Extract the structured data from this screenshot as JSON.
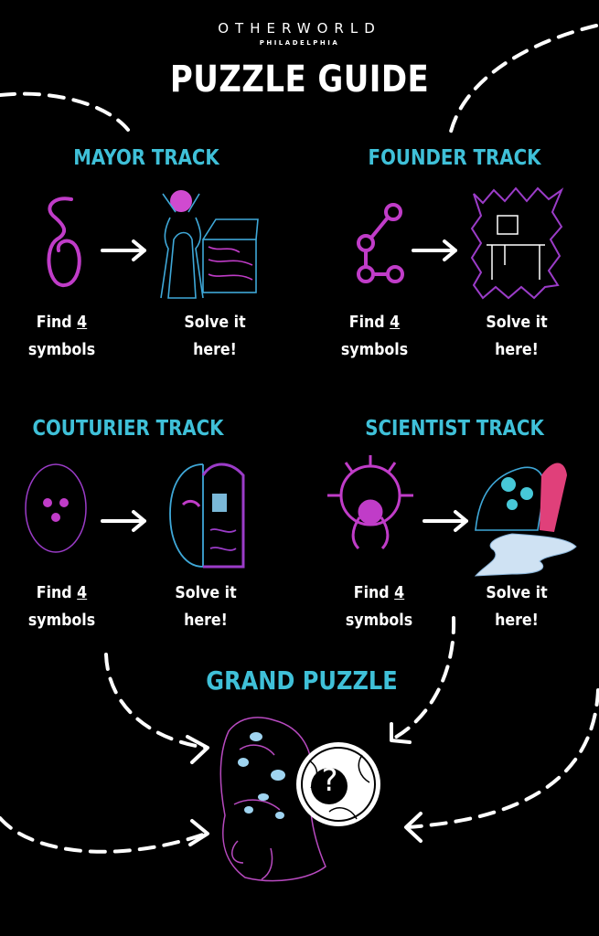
{
  "brand": {
    "name": "OTHERWORLD",
    "location": "PHILADELPHIA"
  },
  "title": "PUZZLE GUIDE",
  "tracks": [
    {
      "name": "MAYOR TRACK",
      "find_prefix": "Find",
      "count": "4",
      "find_suffix": "symbols",
      "solve_line1": "Solve it",
      "solve_line2": "here!"
    },
    {
      "name": "FOUNDER TRACK",
      "find_prefix": "Find",
      "count": "4",
      "find_suffix": "symbols",
      "solve_line1": "Solve it",
      "solve_line2": "here!"
    },
    {
      "name": "COUTURIER TRACK",
      "find_prefix": "Find",
      "count": "4",
      "find_suffix": "symbols",
      "solve_line1": "Solve it",
      "solve_line2": "here!"
    },
    {
      "name": "SCIENTIST TRACK",
      "find_prefix": "Find",
      "count": "4",
      "find_suffix": "symbols",
      "solve_line1": "Solve it",
      "solve_line2": "here!"
    }
  ],
  "grand": {
    "title": "GRAND PUZZLE",
    "mark": "?"
  },
  "colors": {
    "accent": "#3fc0d8",
    "symbol": "#c03cc8",
    "line": "#ffffff",
    "background": "#000000"
  }
}
